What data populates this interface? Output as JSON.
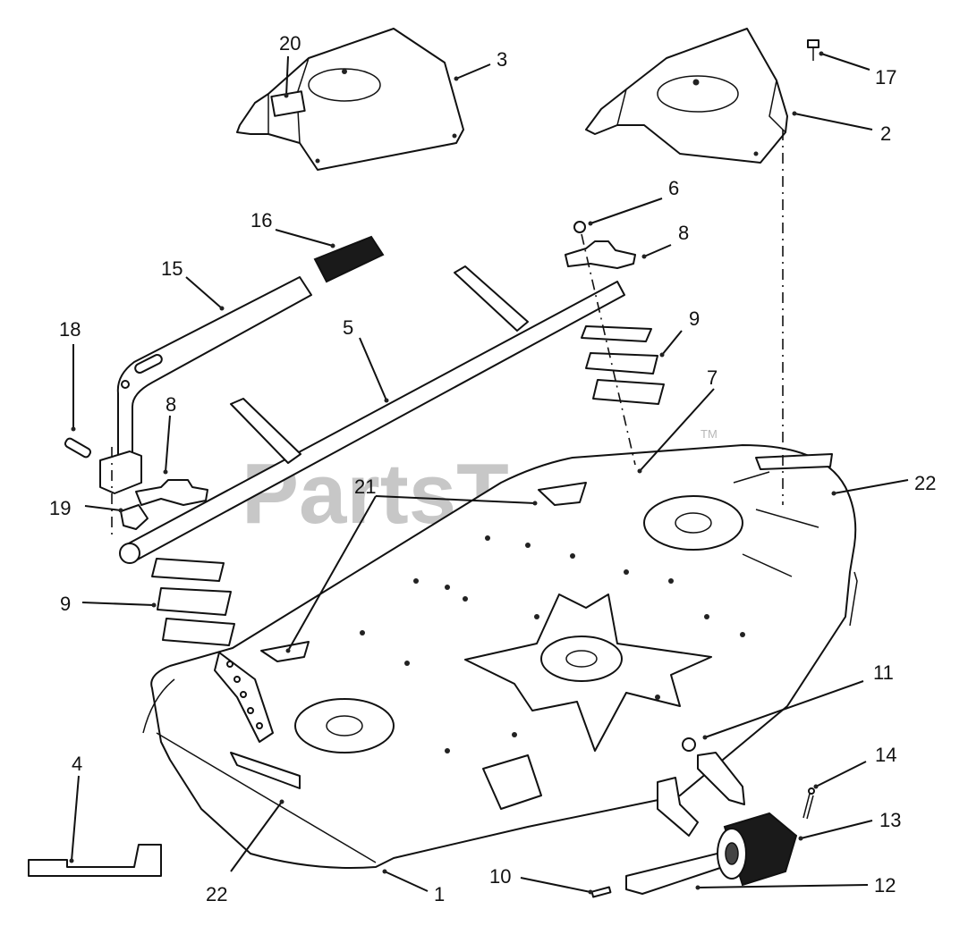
{
  "watermark": {
    "text": "PartsTree",
    "trademark": "TM"
  },
  "callouts": [
    {
      "id": "20",
      "label": "20"
    },
    {
      "id": "3",
      "label": "3"
    },
    {
      "id": "17",
      "label": "17"
    },
    {
      "id": "2",
      "label": "2"
    },
    {
      "id": "6",
      "label": "6"
    },
    {
      "id": "8a",
      "label": "8"
    },
    {
      "id": "16",
      "label": "16"
    },
    {
      "id": "15",
      "label": "15"
    },
    {
      "id": "9a",
      "label": "9"
    },
    {
      "id": "18",
      "label": "18"
    },
    {
      "id": "5",
      "label": "5"
    },
    {
      "id": "7",
      "label": "7"
    },
    {
      "id": "8b",
      "label": "8"
    },
    {
      "id": "21",
      "label": "21"
    },
    {
      "id": "22a",
      "label": "22"
    },
    {
      "id": "19",
      "label": "19"
    },
    {
      "id": "9b",
      "label": "9"
    },
    {
      "id": "11",
      "label": "11"
    },
    {
      "id": "4",
      "label": "4"
    },
    {
      "id": "14",
      "label": "14"
    },
    {
      "id": "13",
      "label": "13"
    },
    {
      "id": "10",
      "label": "10"
    },
    {
      "id": "22b",
      "label": "22"
    },
    {
      "id": "1",
      "label": "1"
    },
    {
      "id": "12",
      "label": "12"
    }
  ]
}
